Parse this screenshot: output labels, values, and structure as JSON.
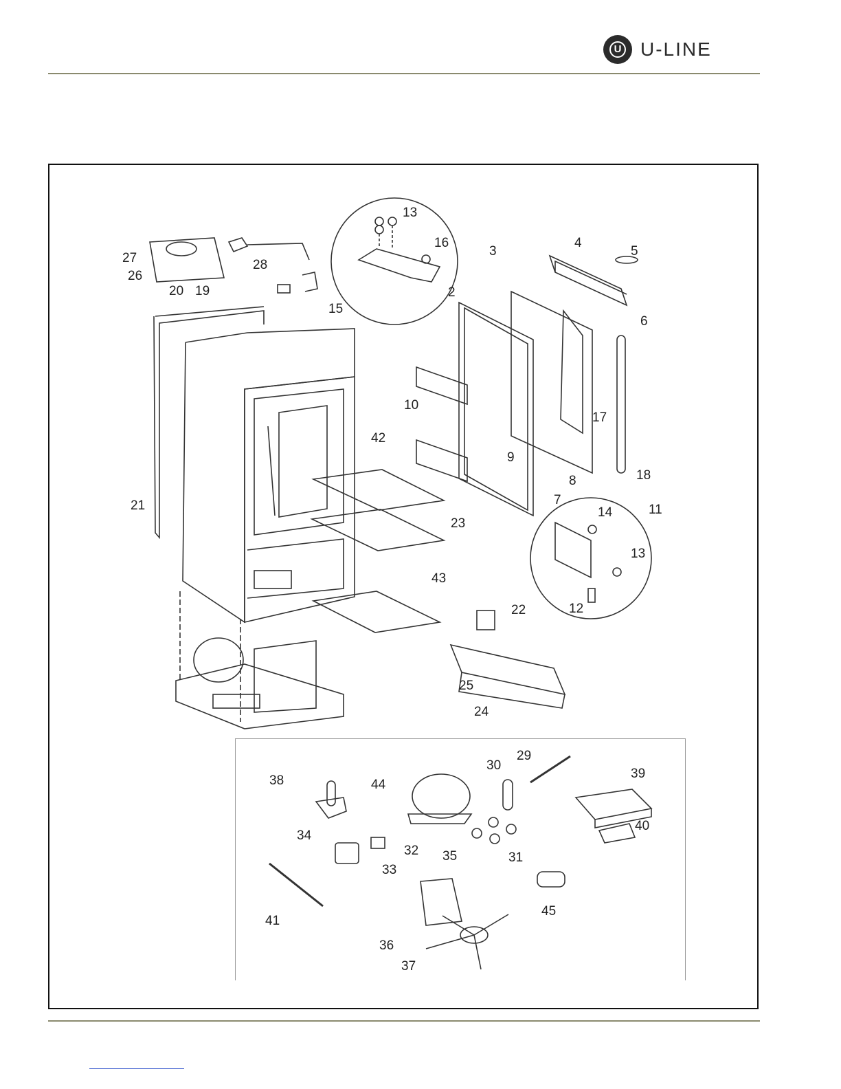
{
  "brand": {
    "logo_text": "U-LINE"
  },
  "callouts": [
    "13",
    "16",
    "15",
    "3",
    "4",
    "5",
    "2",
    "6",
    "27",
    "28",
    "26",
    "20",
    "19",
    "17",
    "10",
    "42",
    "9",
    "18",
    "8",
    "7",
    "21",
    "14",
    "11",
    "23",
    "13",
    "43",
    "12",
    "22",
    "25",
    "24",
    "29",
    "30",
    "39",
    "38",
    "44",
    "40",
    "34",
    "32",
    "31",
    "35",
    "33",
    "41",
    "45",
    "36",
    "37"
  ]
}
